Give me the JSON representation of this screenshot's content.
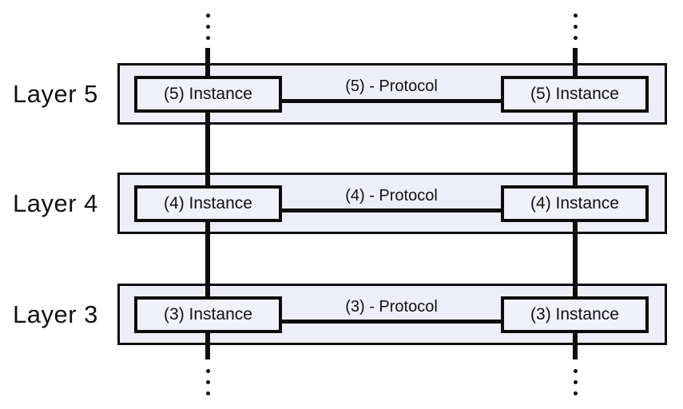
{
  "diagram": {
    "title": "layered-protocol-architecture",
    "layers": [
      {
        "label": "Layer 5",
        "left_instance": "(5) Instance",
        "right_instance": "(5) Instance",
        "protocol": "(5) - Protocol"
      },
      {
        "label": "Layer 4",
        "left_instance": "(4) Instance",
        "right_instance": "(4) Instance",
        "protocol": "(4) - Protocol"
      },
      {
        "label": "Layer 3",
        "left_instance": "(3) Instance",
        "right_instance": "(3) Instance",
        "protocol": "(3) - Protocol"
      }
    ],
    "colors": {
      "band_fill": "#edeef9",
      "box_fill": "#f0f1fa",
      "line": "#0d0d0d",
      "text": "#111111",
      "background": "#ffffff"
    }
  }
}
